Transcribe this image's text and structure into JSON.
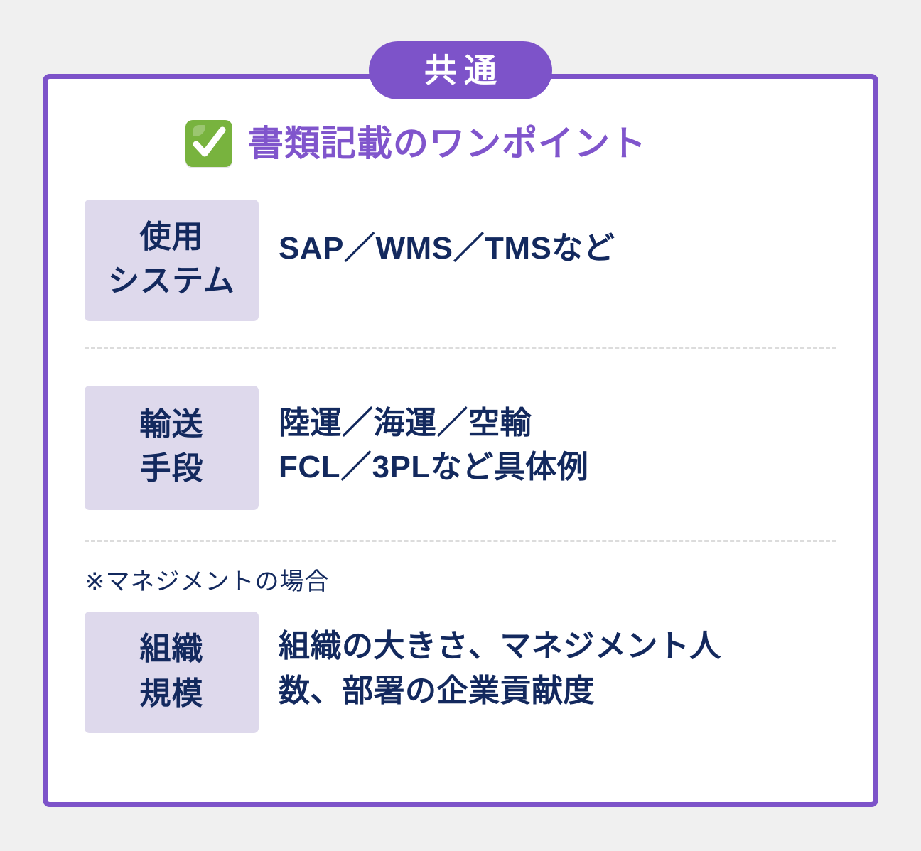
{
  "badge": {
    "label": "共通"
  },
  "title": {
    "icon": "white-check-mark-icon",
    "text": "書類記載のワンポイント"
  },
  "rows": [
    {
      "name": "systems",
      "chip_lines": [
        "使用",
        "システム"
      ],
      "value_lines": [
        "SAP／WMS／TMSなど"
      ]
    },
    {
      "name": "transport",
      "chip_lines": [
        "輸送",
        "手段"
      ],
      "value_lines": [
        "陸運／海運／空輸",
        "FCL／3PLなど具体例"
      ]
    },
    {
      "name": "organization",
      "chip_lines": [
        "組織",
        "規模"
      ],
      "value_lines": [
        "組織の大きさ、マネジメント人",
        "数、部署の企業貢献度"
      ]
    }
  ],
  "note": {
    "text": "※マネジメントの場合"
  },
  "colors": {
    "page_background": "#f0f0f0",
    "card_background": "#ffffff",
    "card_border": "#7d53c9",
    "badge_background": "#7d53c9",
    "badge_text": "#ffffff",
    "title_text": "#8055cc",
    "chip_background": "#ded9ec",
    "body_text": "#13295e",
    "divider": "#dcdcdc",
    "check_icon_green": "#78b33e"
  }
}
